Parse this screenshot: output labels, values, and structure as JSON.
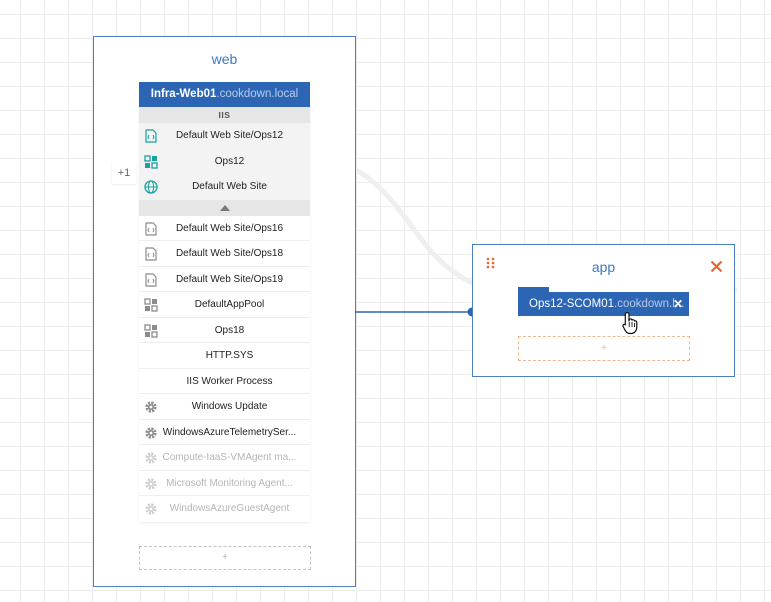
{
  "colors": {
    "accent_blue": "#2d65b5",
    "group_border": "#4a7fc1",
    "title_blue": "#3d78c2",
    "close_orange": "#e8652c",
    "icon_teal": "#17a2a0",
    "icon_gray": "#8c8c8c"
  },
  "web_group": {
    "title": "web",
    "add_label": "+",
    "server": {
      "name": "Infra-Web01",
      "domain": ".cookdown.local",
      "section_label": "IIS",
      "overflow_badge": "+1",
      "highlighted_items": [
        {
          "label": "Default Web Site/Ops12",
          "icon": "web-app-icon",
          "status": "healthy"
        },
        {
          "label": "Ops12",
          "icon": "app-pool-icon",
          "status": "healthy"
        },
        {
          "label": "Default Web Site",
          "icon": "globe-icon",
          "status": "healthy"
        }
      ],
      "collapse_icon": "chevron-up-icon",
      "items": [
        {
          "label": "Default Web Site/Ops16",
          "icon": "web-app-icon"
        },
        {
          "label": "Default Web Site/Ops18",
          "icon": "web-app-icon"
        },
        {
          "label": "Default Web Site/Ops19",
          "icon": "web-app-icon"
        },
        {
          "label": "DefaultAppPool",
          "icon": "app-pool-icon"
        },
        {
          "label": "Ops18",
          "icon": "app-pool-icon"
        },
        {
          "label": "HTTP.SYS",
          "icon": ""
        },
        {
          "label": "IIS Worker Process",
          "icon": ""
        },
        {
          "label": "Windows Update",
          "icon": "gear-icon"
        },
        {
          "label": "WindowsAzureTelemetrySer...",
          "icon": "gear-icon"
        },
        {
          "label": "Compute-IaaS-VMAgent ma...",
          "icon": "gear-icon",
          "faded": true
        },
        {
          "label": "Microsoft Monitoring Agent...",
          "icon": "gear-icon",
          "faded": true
        },
        {
          "label": "WindowsAzureGuestAgent",
          "icon": "gear-icon",
          "faded": true
        }
      ]
    }
  },
  "app_group": {
    "title": "app",
    "drag_icon": "grip-icon",
    "close_icon": "close-icon",
    "add_label": "+",
    "chip": {
      "name": "Ops12-SCOM01",
      "domain": ".cookdown.l...",
      "close_label": "✕"
    }
  },
  "cursor": "hand-pointer-icon"
}
